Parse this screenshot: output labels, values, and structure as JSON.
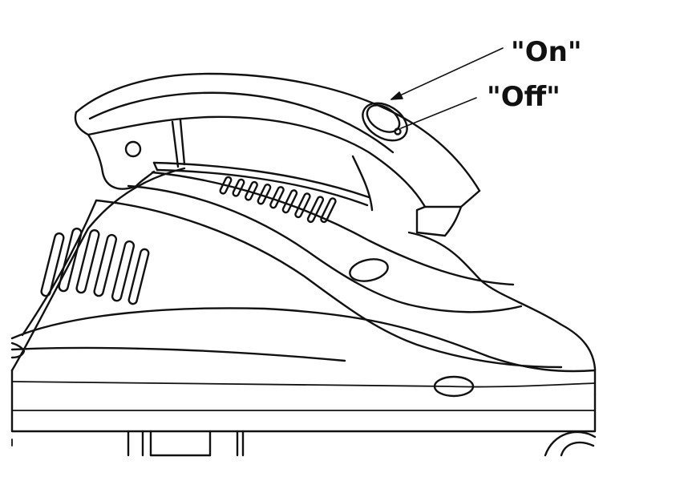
{
  "figure": {
    "subject": "steam-iron",
    "line_color": "#111111",
    "background": "#ffffff",
    "callouts": [
      {
        "id": "on",
        "text": "\"On\""
      },
      {
        "id": "off",
        "text": "\"Off\""
      }
    ]
  }
}
